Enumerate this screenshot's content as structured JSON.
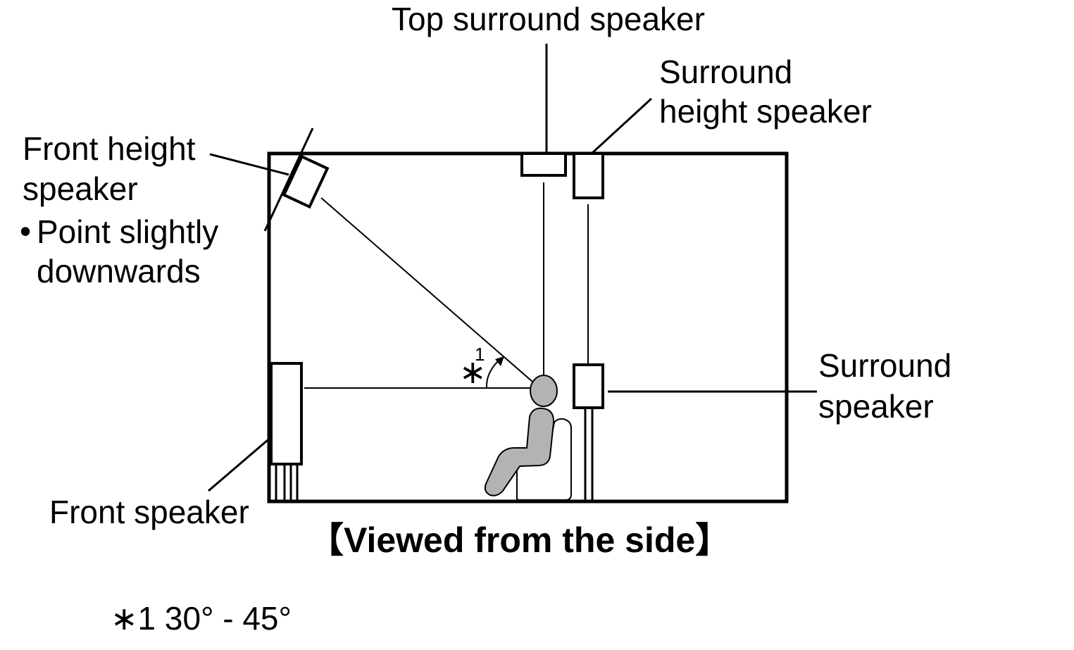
{
  "labels": {
    "top_surround": "Top surround speaker",
    "surround_height_1": "Surround",
    "surround_height_2": "height speaker",
    "front_height_1": "Front height",
    "front_height_2": "speaker",
    "bullet": "•",
    "point_1": "Point slightly",
    "point_2": "downwards",
    "surround_1": "Surround",
    "surround_2": "speaker",
    "front_speaker": "Front speaker",
    "caption": "【Viewed from the side】",
    "angle_marker": "∗",
    "angle_marker_index": "1",
    "footnote": "∗1 30° - 45°"
  },
  "colors": {
    "person_fill": "#b3b3b3",
    "line": "#000000"
  }
}
